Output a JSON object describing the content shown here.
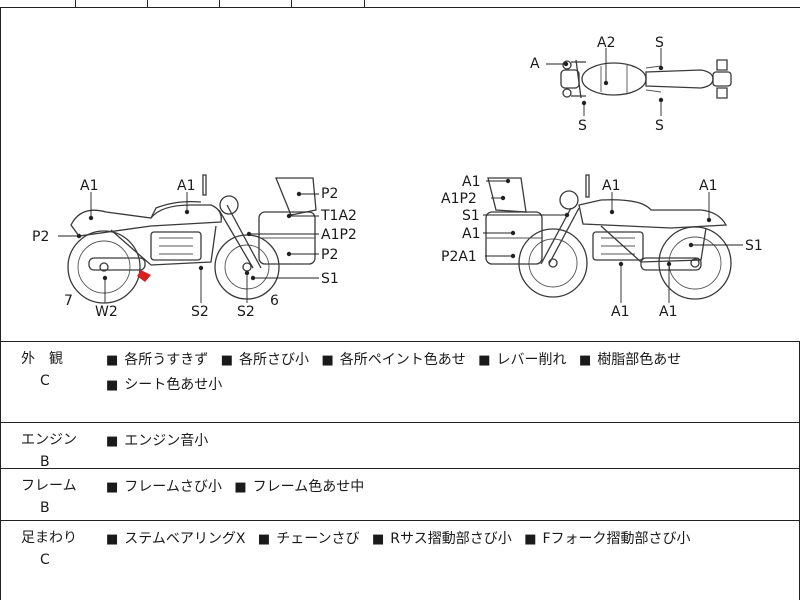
{
  "diagram": {
    "top_view_labels": [
      "A2",
      "S",
      "A",
      "S",
      "S"
    ],
    "left_side_labels": [
      "A1",
      "A1",
      "P2",
      "T1A2",
      "P2",
      "A1P2",
      "P2",
      "S1",
      "7",
      "W2",
      "S2",
      "S2",
      "6"
    ],
    "right_side_labels": [
      "A1",
      "A1P2",
      "S1",
      "A1",
      "P2A1",
      "A1",
      "A1",
      "S1",
      "A1",
      "A1"
    ]
  },
  "sections": [
    {
      "name_line1": "外　観",
      "grade": "C",
      "items": [
        "各所うすきず",
        "各所さび小",
        "各所ペイント色あせ",
        "レバー削れ",
        "樹脂部色あせ",
        "シート色あせ小"
      ]
    },
    {
      "name_line1": "エンジン",
      "grade": "B",
      "items": [
        "エンジン音小"
      ]
    },
    {
      "name_line1": "フレーム",
      "grade": "B",
      "items": [
        "フレームさび小",
        "フレーム色あせ中"
      ]
    },
    {
      "name_line1": "足まわり",
      "grade": "C",
      "items": [
        "ステムベアリングX",
        "チェーンさび",
        "Rサス摺動部さび小",
        "Fフォーク摺動部さび小"
      ]
    }
  ],
  "bullet_glyph": "■",
  "colors": {
    "line": "#222222",
    "mark_red": "#d62020"
  }
}
